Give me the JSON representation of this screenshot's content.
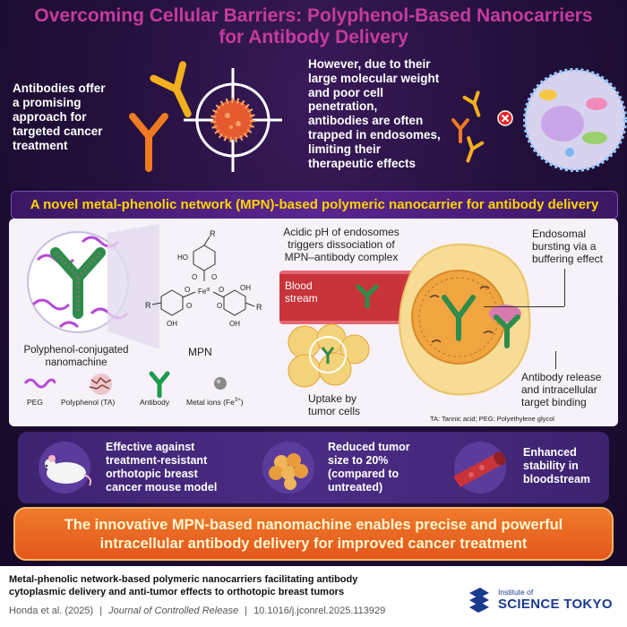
{
  "title": {
    "line1": "Overcoming Cellular Barriers: Polyphenol-Based Nanocarriers",
    "line2": "for Antibody Delivery"
  },
  "top_left_text": [
    "Antibodies offer",
    "a promising",
    "approach for",
    "targeted cancer",
    "treatment"
  ],
  "top_right_text": [
    "However, due to their",
    "large molecular weight",
    "and poor cell",
    "penetration,",
    "antibodies are often",
    "trapped in endosomes,",
    "limiting their",
    "therapeutic effects"
  ],
  "banner": "A novel metal-phenolic network (MPN)-based polymeric nanocarrier for antibody delivery",
  "diagram": {
    "nanomachine_label": [
      "Polyphenol-conjugated",
      "nanomachine"
    ],
    "mpn_label": "MPN",
    "chem": {
      "R": "R",
      "HO": "HO",
      "OH": "OH",
      "O": "O",
      "Fe": "Fe",
      "Fe_sup": "III"
    },
    "acidic_text": [
      "Acidic pH of endosomes",
      "triggers dissociation of",
      "MPN–antibody complex"
    ],
    "blood_stream": [
      "Blood",
      "stream"
    ],
    "uptake_label": [
      "Uptake by",
      "tumor cells"
    ],
    "endosomal_text": [
      "Endosomal",
      "bursting via a",
      "buffering effect"
    ],
    "release_text": [
      "Antibody release",
      "and intracellular",
      "target binding"
    ],
    "abbrev_note": "TA: Tannic acid; PEG: Polyethylene glycol"
  },
  "legend": [
    {
      "label": "PEG",
      "icon": "peg-icon"
    },
    {
      "label": "Polyphenol (TA)",
      "icon": "polyphenol-icon"
    },
    {
      "label": "Antibody",
      "icon": "antibody-icon"
    },
    {
      "label": "Metal ions (Fe",
      "sup": "3+",
      "suffix": ")",
      "icon": "metal-ion-icon"
    }
  ],
  "bullets": [
    {
      "lines": [
        "Effective against",
        "treatment-resistant",
        "orthotopic breast",
        "cancer mouse model"
      ],
      "icon": "mouse-icon"
    },
    {
      "lines": [
        "Reduced tumor",
        "size to 20%",
        "(compared to",
        "untreated)"
      ],
      "icon": "tumor-icon"
    },
    {
      "lines": [
        "Enhanced",
        "stability in",
        "bloodstream"
      ],
      "icon": "blood-vessel-icon"
    }
  ],
  "conclusion": [
    "The innovative MPN-based nanomachine enables precise and powerful",
    "intracellular antibody delivery for improved cancer treatment"
  ],
  "footer": {
    "paper_title": [
      "Metal-phenolic network-based polymeric nanocarriers facilitating antibody",
      "cytoplasmic delivery and anti-tumor effects to orthotopic breast tumors"
    ],
    "authors": "Honda et al. (2025)",
    "journal": "Journal of Controlled Release",
    "doi": "10.1016/j.jconrel.2025.113929",
    "sep": "|",
    "logo_small": "Institute of",
    "logo_big": "SCIENCE TOKYO"
  },
  "colors": {
    "title": "#c63b9d",
    "banner_text": "#ffd400",
    "antibody_yellow": "#f2b01e",
    "antibody_orange": "#f07a22",
    "antibody_green": "#1e9b4e",
    "conclusion": "#ec6a25",
    "logo_blue": "#1a3a8f"
  }
}
